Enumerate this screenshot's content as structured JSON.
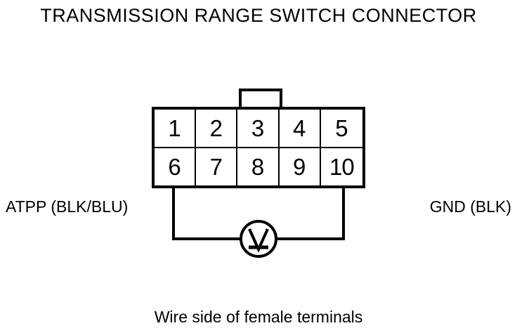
{
  "diagram": {
    "title": "TRANSMISSION RANGE SWITCH CONNECTOR",
    "caption": "Wire side of female terminals",
    "line_color": "#000000",
    "background_color": "#ffffff"
  },
  "connector": {
    "name": "transmission-range-switch-connector",
    "rows": [
      {
        "row_name": "top-row",
        "pins": [
          "1",
          "2",
          "3",
          "4",
          "5"
        ]
      },
      {
        "row_name": "bottom-row",
        "pins": [
          "6",
          "7",
          "8",
          "9",
          "10"
        ]
      }
    ],
    "latch_tab": {
      "label": "",
      "position": "top-center-above-pin-3"
    }
  },
  "wiring": {
    "left_label": "ATPP (BLK/BLU)",
    "left_label_pin": "6",
    "right_label": "GND (BLK)",
    "right_label_pin": "10",
    "meter": {
      "symbol": "V",
      "type": "voltmeter"
    }
  }
}
